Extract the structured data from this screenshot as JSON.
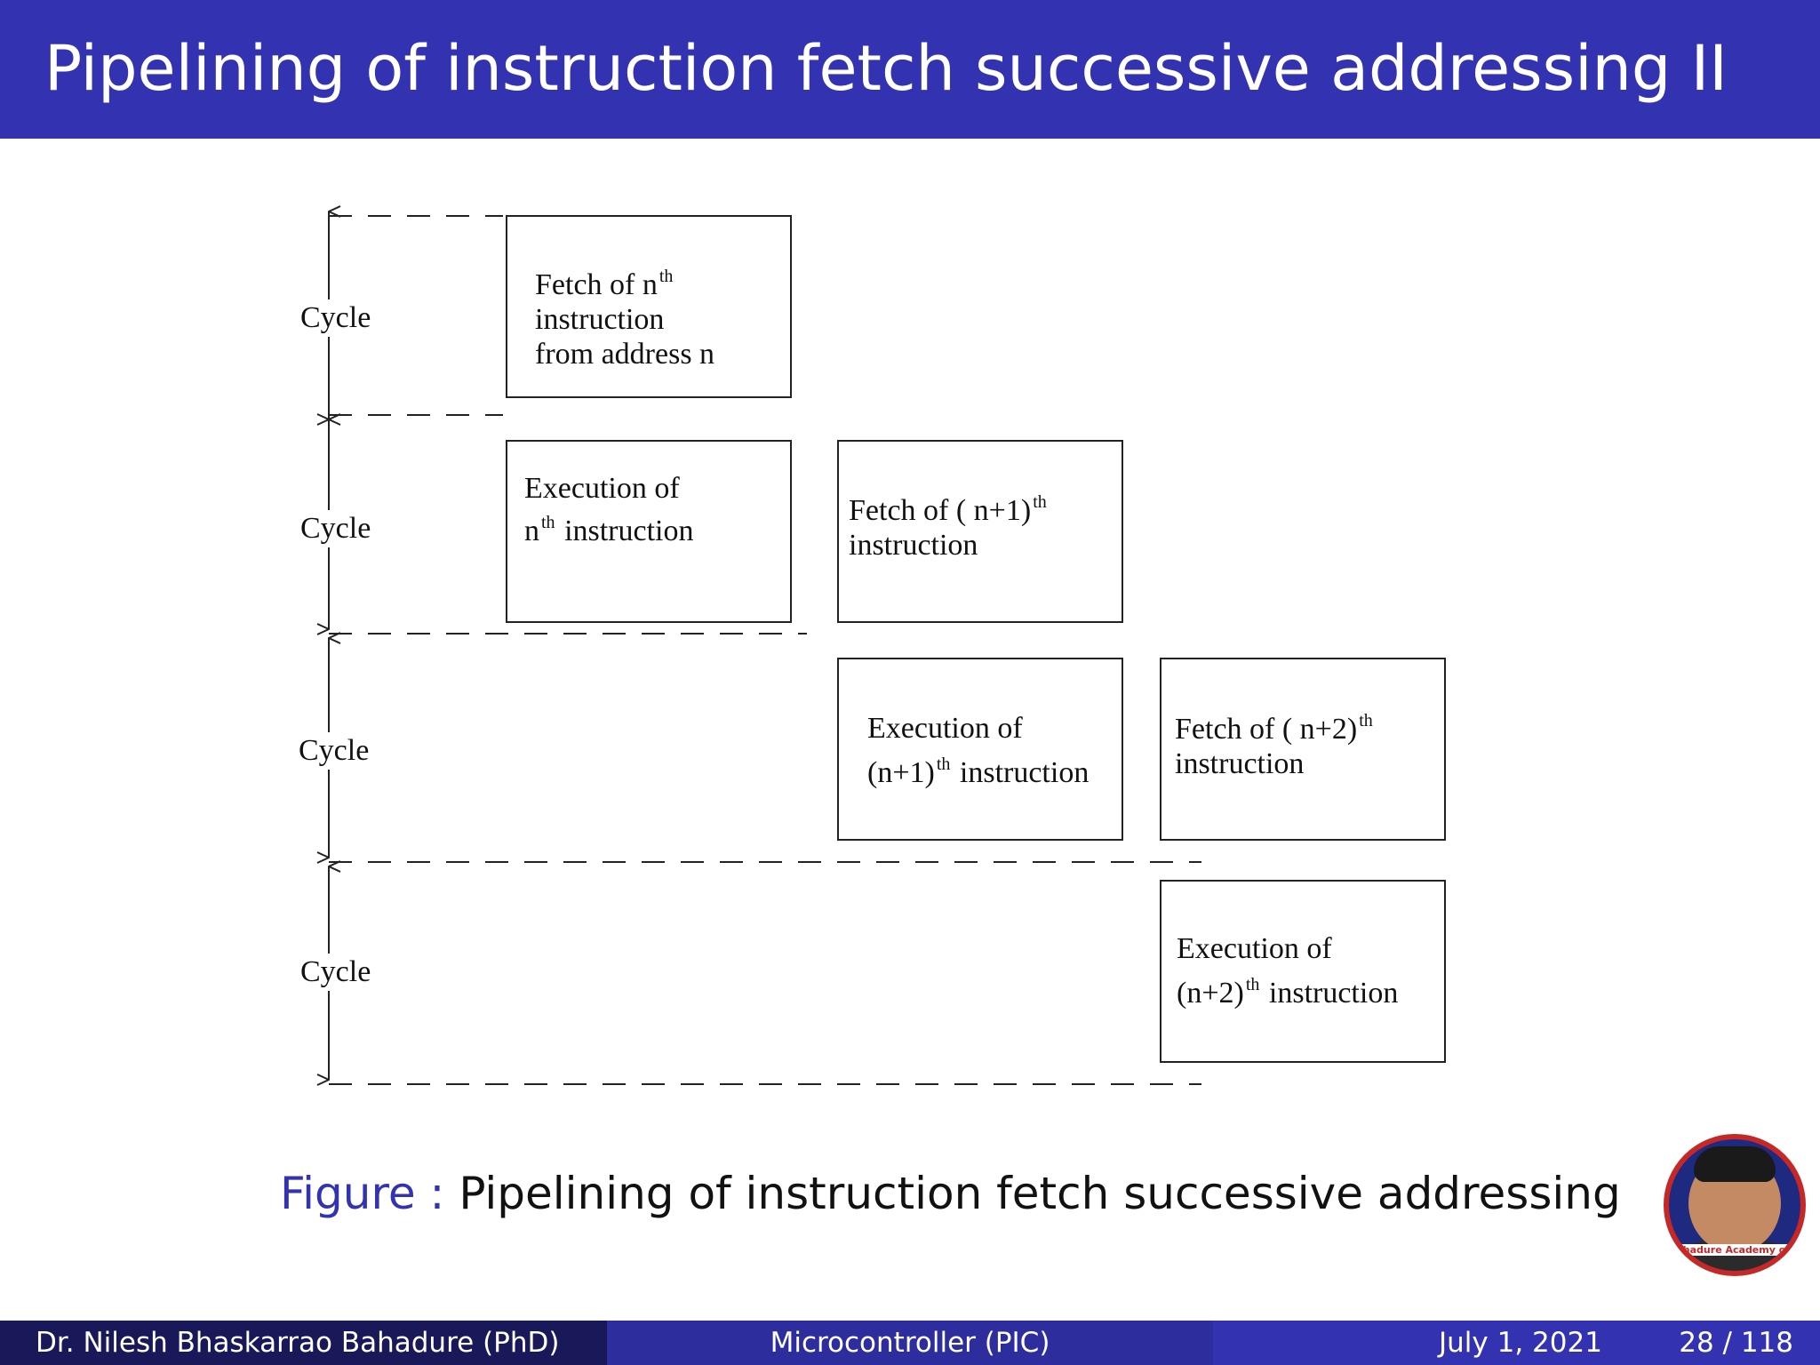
{
  "slide": {
    "title": "Pipelining of instruction fetch successive addressing II"
  },
  "diagram": {
    "cycle_label": "Cycle",
    "boxes": [
      {
        "id": "fetch-n",
        "lines": [
          [
            "Fetch of n",
            "th"
          ],
          [
            "instruction"
          ],
          [
            "from address n"
          ]
        ]
      },
      {
        "id": "exec-n",
        "lines": [
          [
            "Execution of"
          ],
          [
            "n",
            "th",
            "instruction"
          ]
        ]
      },
      {
        "id": "fetch-n1",
        "lines": [
          [
            "Fetch of ( n+1)",
            "th"
          ],
          [
            "instruction"
          ]
        ]
      },
      {
        "id": "exec-n1",
        "lines": [
          [
            "Execution of"
          ],
          [
            "(n+1)",
            "th",
            "instruction"
          ]
        ]
      },
      {
        "id": "fetch-n2",
        "lines": [
          [
            "Fetch of ( n+2)",
            "th"
          ],
          [
            "instruction"
          ]
        ]
      },
      {
        "id": "exec-n2",
        "lines": [
          [
            "Execution of"
          ],
          [
            "(n+2)",
            "th",
            "instruction"
          ]
        ]
      }
    ]
  },
  "caption": {
    "label": "Figure :",
    "text": "Pipelining of instruction fetch successive addressing"
  },
  "logo": {
    "text": "Bahadure Academy of Learning"
  },
  "footer": {
    "author": "Dr. Nilesh Bhaskarrao Bahadure (PhD)",
    "course": "Microcontroller (PIC)",
    "date": "July 1, 2021",
    "page": "28 / 118"
  },
  "colors": {
    "accent": "#3333b2",
    "footer_dark": "#191959",
    "footer_mid": "#2d2d9e"
  }
}
